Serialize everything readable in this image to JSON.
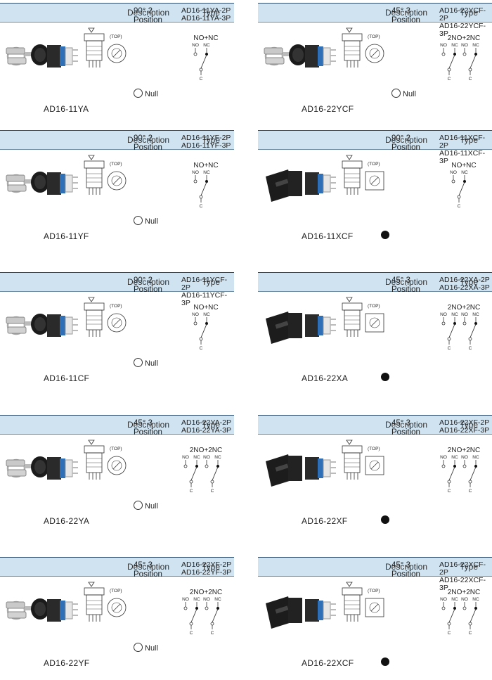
{
  "headers": {
    "description": "Description",
    "type": "Type"
  },
  "items": [
    {
      "model": "AD16-11YA",
      "desc": [
        "90° 2",
        "Position"
      ],
      "types": [
        "AD16-11YA-2P",
        "AD16-11YA-3P"
      ],
      "circuit": "NO+NC",
      "null": "Null",
      "knob": "key",
      "filled": false
    },
    {
      "model": "AD16-22YCF",
      "desc": [
        "45° 3",
        "Position"
      ],
      "types": [
        "AD16-22YCF-2P",
        "AD16-22YCF-3P"
      ],
      "circuit": "2NO+2NC",
      "null": "Null",
      "knob": "key",
      "filled": false
    },
    {
      "model": "AD16-11YF",
      "desc": [
        "90° 2",
        "Position"
      ],
      "types": [
        "AD16-11YF-2P",
        "AD16-11YF-3P"
      ],
      "circuit": "NO+NC",
      "null": "Null",
      "knob": "key",
      "filled": false
    },
    {
      "model": "AD16-11XCF",
      "desc": [
        "90° 2",
        "Position"
      ],
      "types": [
        "AD16-11XCF-2P",
        "AD16-11XCF-3P"
      ],
      "circuit": "NO+NC",
      "null": "",
      "knob": "lever",
      "filled": true
    },
    {
      "model": "AD16-11CF",
      "desc": [
        "90° 2",
        "Position"
      ],
      "types": [
        "AD16-11YCF-2P",
        "AD16-11YCF-3P"
      ],
      "circuit": "NO+NC",
      "null": "Null",
      "knob": "key",
      "filled": false
    },
    {
      "model": "AD16-22XA",
      "desc": [
        "45° 3",
        "Position"
      ],
      "types": [
        "AD16-22XA-2P",
        "AD16-22XA-3P"
      ],
      "circuit": "2NO+2NC",
      "null": "",
      "knob": "lever",
      "filled": true
    },
    {
      "model": "AD16-22YA",
      "desc": [
        "45° 3",
        "Position"
      ],
      "types": [
        "AD16-22YA-2P",
        "AD16-22YA-3P"
      ],
      "circuit": "2NO+2NC",
      "null": "Null",
      "knob": "key",
      "filled": false
    },
    {
      "model": "AD16-22XF",
      "desc": [
        "45° 3",
        "Position"
      ],
      "types": [
        "AD16-22XF-2P",
        "AD16-22XF-3P"
      ],
      "circuit": "2NO+2NC",
      "null": "",
      "knob": "lever",
      "filled": true
    },
    {
      "model": "AD16-22YF",
      "desc": [
        "45° 3",
        "Position"
      ],
      "types": [
        "AD16-22YF-2P",
        "AD16-22YF-3P"
      ],
      "circuit": "2NO+2NC",
      "null": "Null",
      "knob": "key",
      "filled": false
    },
    {
      "model": "AD16-22XCF",
      "desc": [
        "45° 3",
        "Position"
      ],
      "types": [
        "AD16-22XCF-2P",
        "AD16-22XCF-3P"
      ],
      "circuit": "2NO+2NC",
      "null": "",
      "knob": "lever",
      "filled": true
    }
  ],
  "circuit_labels": {
    "no": "NO",
    "nc": "NC",
    "c": "C",
    "top": "(TOP)"
  },
  "colors": {
    "header_bg": "#cfe3f1",
    "header_border": "#2b4a66"
  }
}
